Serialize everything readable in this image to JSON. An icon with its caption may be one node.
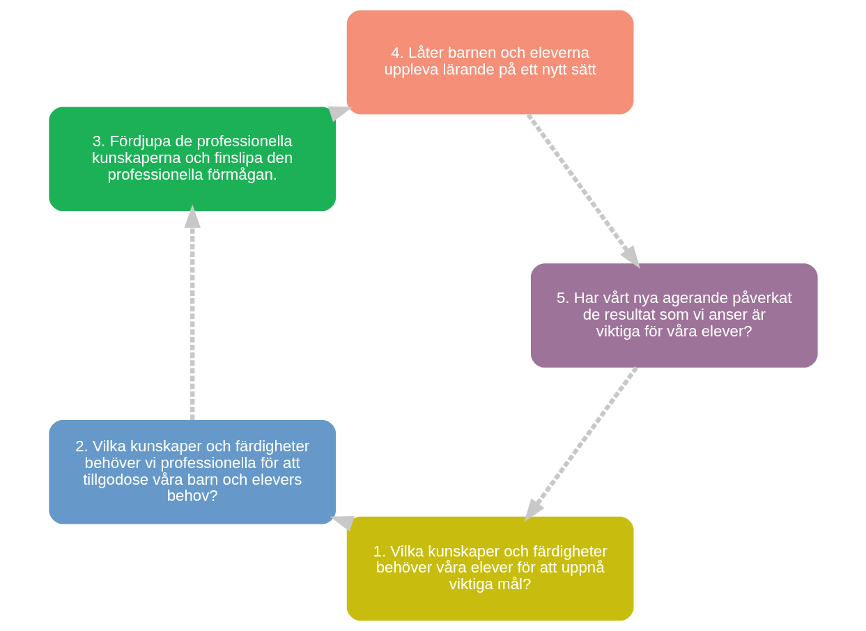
{
  "diagram": {
    "nodes": [
      {
        "text": [
          "1. Vilka kunskaper och färdigheter behöver våra elever för att uppnå viktiga mål?"
        ]
      },
      {
        "text": [
          "2. Vilka kunskaper och färdigheter behöver vi professionella för att tillgodose våra barn och elevers behov?"
        ]
      },
      {
        "text": [
          "3. Fördjupa de professionella kunskaperna och finslipa den professionella förmågan."
        ]
      },
      {
        "text": [
          "4. Låter barnen och eleverna uppleva lärande på ett nytt sätt"
        ]
      },
      {
        "text": [
          "5. Har vårt nya agerande påverkat de resultat som vi anser är viktiga för våra elever?"
        ]
      }
    ],
    "edges": [
      {
        "from": 0,
        "to": 1,
        "arrow": "to",
        "style": "dashed"
      },
      {
        "from": 1,
        "to": 2,
        "arrow": "to",
        "style": "dashed"
      },
      {
        "from": 2,
        "to": 3,
        "arrow": "to",
        "style": "dashed"
      },
      {
        "from": 3,
        "to": 4,
        "arrow": "to",
        "style": "dashed"
      },
      {
        "from": 4,
        "to": 0,
        "arrow": "to",
        "style": "dashed"
      }
    ]
  }
}
